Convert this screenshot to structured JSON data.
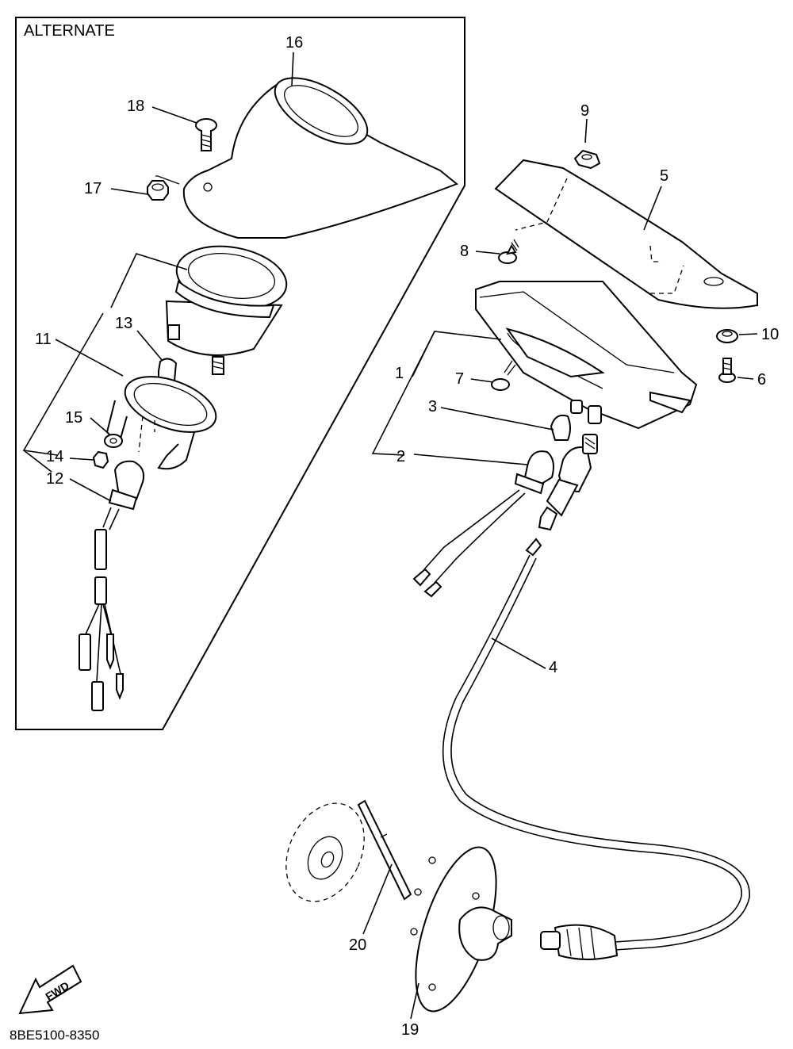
{
  "alternate_label": "ALTERNATE",
  "part_code": "8BE5100-8350",
  "fwd_label": "FWD",
  "callouts": {
    "c1": "1",
    "c2": "2",
    "c3": "3",
    "c4": "4",
    "c5": "5",
    "c6": "6",
    "c7": "7",
    "c8": "8",
    "c9": "9",
    "c10": "10",
    "c11": "11",
    "c12": "12",
    "c13": "13",
    "c14": "14",
    "c15": "15",
    "c16": "16",
    "c17": "17",
    "c18": "18",
    "c19": "19",
    "c20": "20"
  }
}
